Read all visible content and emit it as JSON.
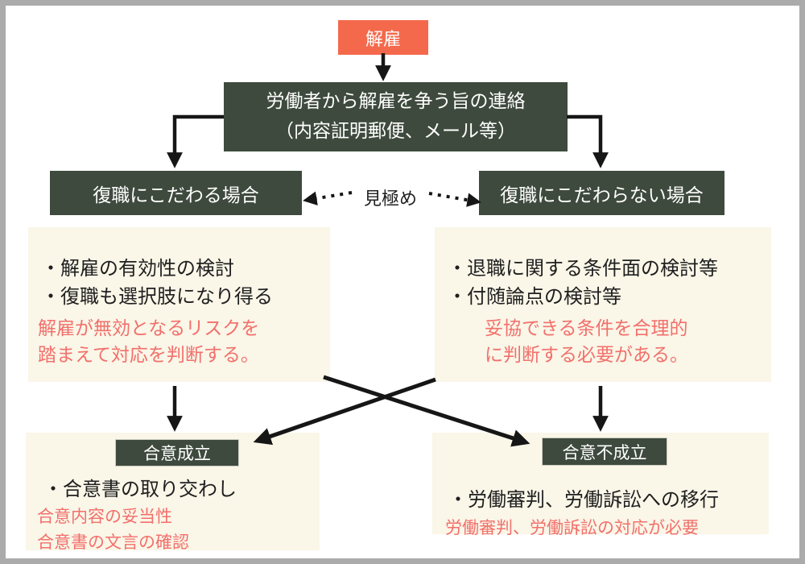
{
  "colors": {
    "accent_orange": "#f4694c",
    "dark_green": "#3e4a3d",
    "panel_cream": "#faf6e8",
    "note_red": "#f2706b",
    "arrow_black": "#161616",
    "frame_gray": "#ababab"
  },
  "flowchart": {
    "root": {
      "label": "解雇"
    },
    "notice": {
      "line1": "労働者から解雇を争う旨の連絡",
      "line2": "（内容証明郵便、メール等）"
    },
    "decision_label": "見極め",
    "branch_left": {
      "title": "復職にこだわる場合",
      "bullets": [
        "・解雇の有効性の検討",
        "・復職も選択肢になり得る"
      ],
      "note_lines": [
        "解雇が無効となるリスクを",
        "踏まえて対応を判断する。"
      ]
    },
    "branch_right": {
      "title": "復職にこだわらない場合",
      "bullets": [
        "・退職に関する条件面の検討等",
        "・付随論点の検討等"
      ],
      "note_lines": [
        "妥協できる条件を合理的",
        "に判断する必要がある。"
      ]
    },
    "outcome_left": {
      "title": "合意成立",
      "bullets": [
        "・合意書の取り交わし"
      ],
      "note_lines": [
        "合意内容の妥当性",
        "合意書の文言の確認"
      ]
    },
    "outcome_right": {
      "title": "合意不成立",
      "bullets": [
        "・労働審判、労働訴訟への移行"
      ],
      "note_lines": [
        "労働審判、労働訴訟の対応が必要"
      ]
    }
  }
}
